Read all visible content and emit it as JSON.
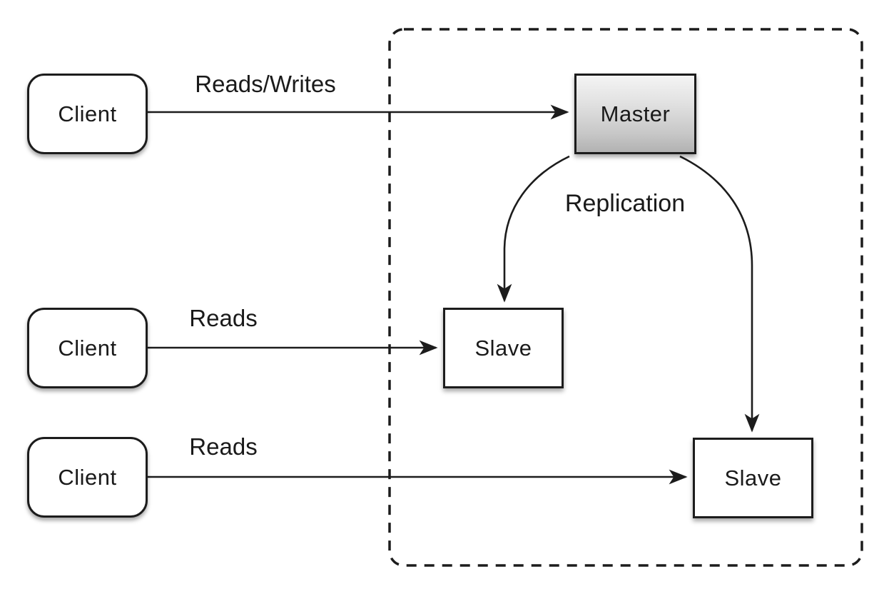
{
  "diagram": {
    "clients": [
      {
        "label": "Client"
      },
      {
        "label": "Client"
      },
      {
        "label": "Client"
      }
    ],
    "master": {
      "label": "Master"
    },
    "slaves": [
      {
        "label": "Slave"
      },
      {
        "label": "Slave"
      }
    ],
    "edge_labels": {
      "reads_writes": "Reads/Writes",
      "reads_middle": "Reads",
      "reads_bottom": "Reads",
      "replication": "Replication"
    },
    "colors": {
      "stroke": "#1c1c1c",
      "node_fill": "#ffffff",
      "master_gradient_top": "#f4f4f4",
      "master_gradient_bottom": "#b2b2b2",
      "background": "#ffffff"
    }
  }
}
